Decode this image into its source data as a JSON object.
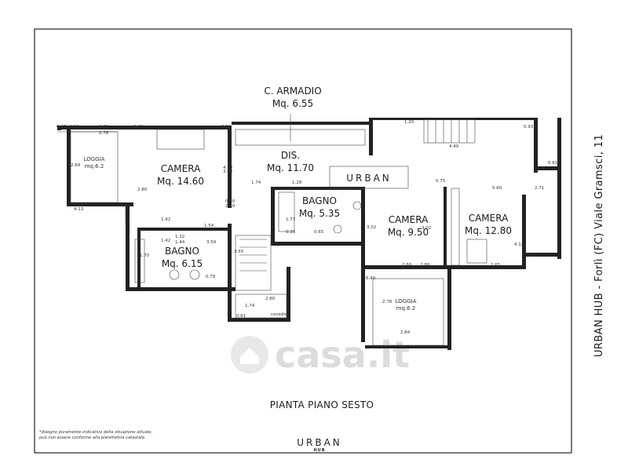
{
  "rooms": [
    {
      "name": "C. ARMADIO",
      "area": "Mq. 6.55"
    },
    {
      "name": "DIS.",
      "area": "Mq. 11.70"
    },
    {
      "name": "CAMERA",
      "area": "Mq. 14.60"
    },
    {
      "name": "BAGNO",
      "area": "Mq. 5.35"
    },
    {
      "name": "CAMERA",
      "area": "Mq. 9.50"
    },
    {
      "name": "CAMERA",
      "area": "Mq. 12.80"
    },
    {
      "name": "BAGNO",
      "area": "Mq. 6.15"
    }
  ],
  "loggias": [
    {
      "name": "LOGGIA",
      "area": "mq.6.2"
    },
    {
      "name": "LOGGIA",
      "area": "mq.6.2"
    }
  ],
  "small_labels": {
    "covedo": "covedo"
  },
  "dimensions": [
    "0.47",
    "0.10",
    "2.21",
    "2.78",
    "0.40",
    "3.54",
    "2.84",
    "2.80",
    "4.13",
    "3.58",
    "1.74",
    "1.28",
    "0.80",
    "2.10",
    "1.33",
    "4.13",
    "1.77",
    "3.02",
    "1.42",
    "1.54",
    "1.42",
    "1.70",
    "1.32",
    "1.44",
    "3.54",
    "3.55",
    "0.79",
    "0.35",
    "0.65",
    "2.60",
    "2.80",
    "0.60",
    "2.71",
    "0.93",
    "0.61",
    "1.20",
    "4.49",
    "1.08",
    "0.75",
    "3.02",
    "2.65",
    "4.12",
    "0.61",
    "6.40",
    "2.78",
    "2.84",
    "1.74",
    "2.80",
    "0.61"
  ],
  "plan_title": "PIANTA PIANO SESTO",
  "side_caption": "URBAN HUB - Forlì (FC) Viale Gramsci, 11",
  "disclaimer": [
    "*disegno puramente indicativo della situazione attuale,",
    "può non essere conforme alla planimetria catastale."
  ],
  "logo": {
    "main": "URBAN",
    "sub": "HUB"
  },
  "watermark": "casa.it"
}
